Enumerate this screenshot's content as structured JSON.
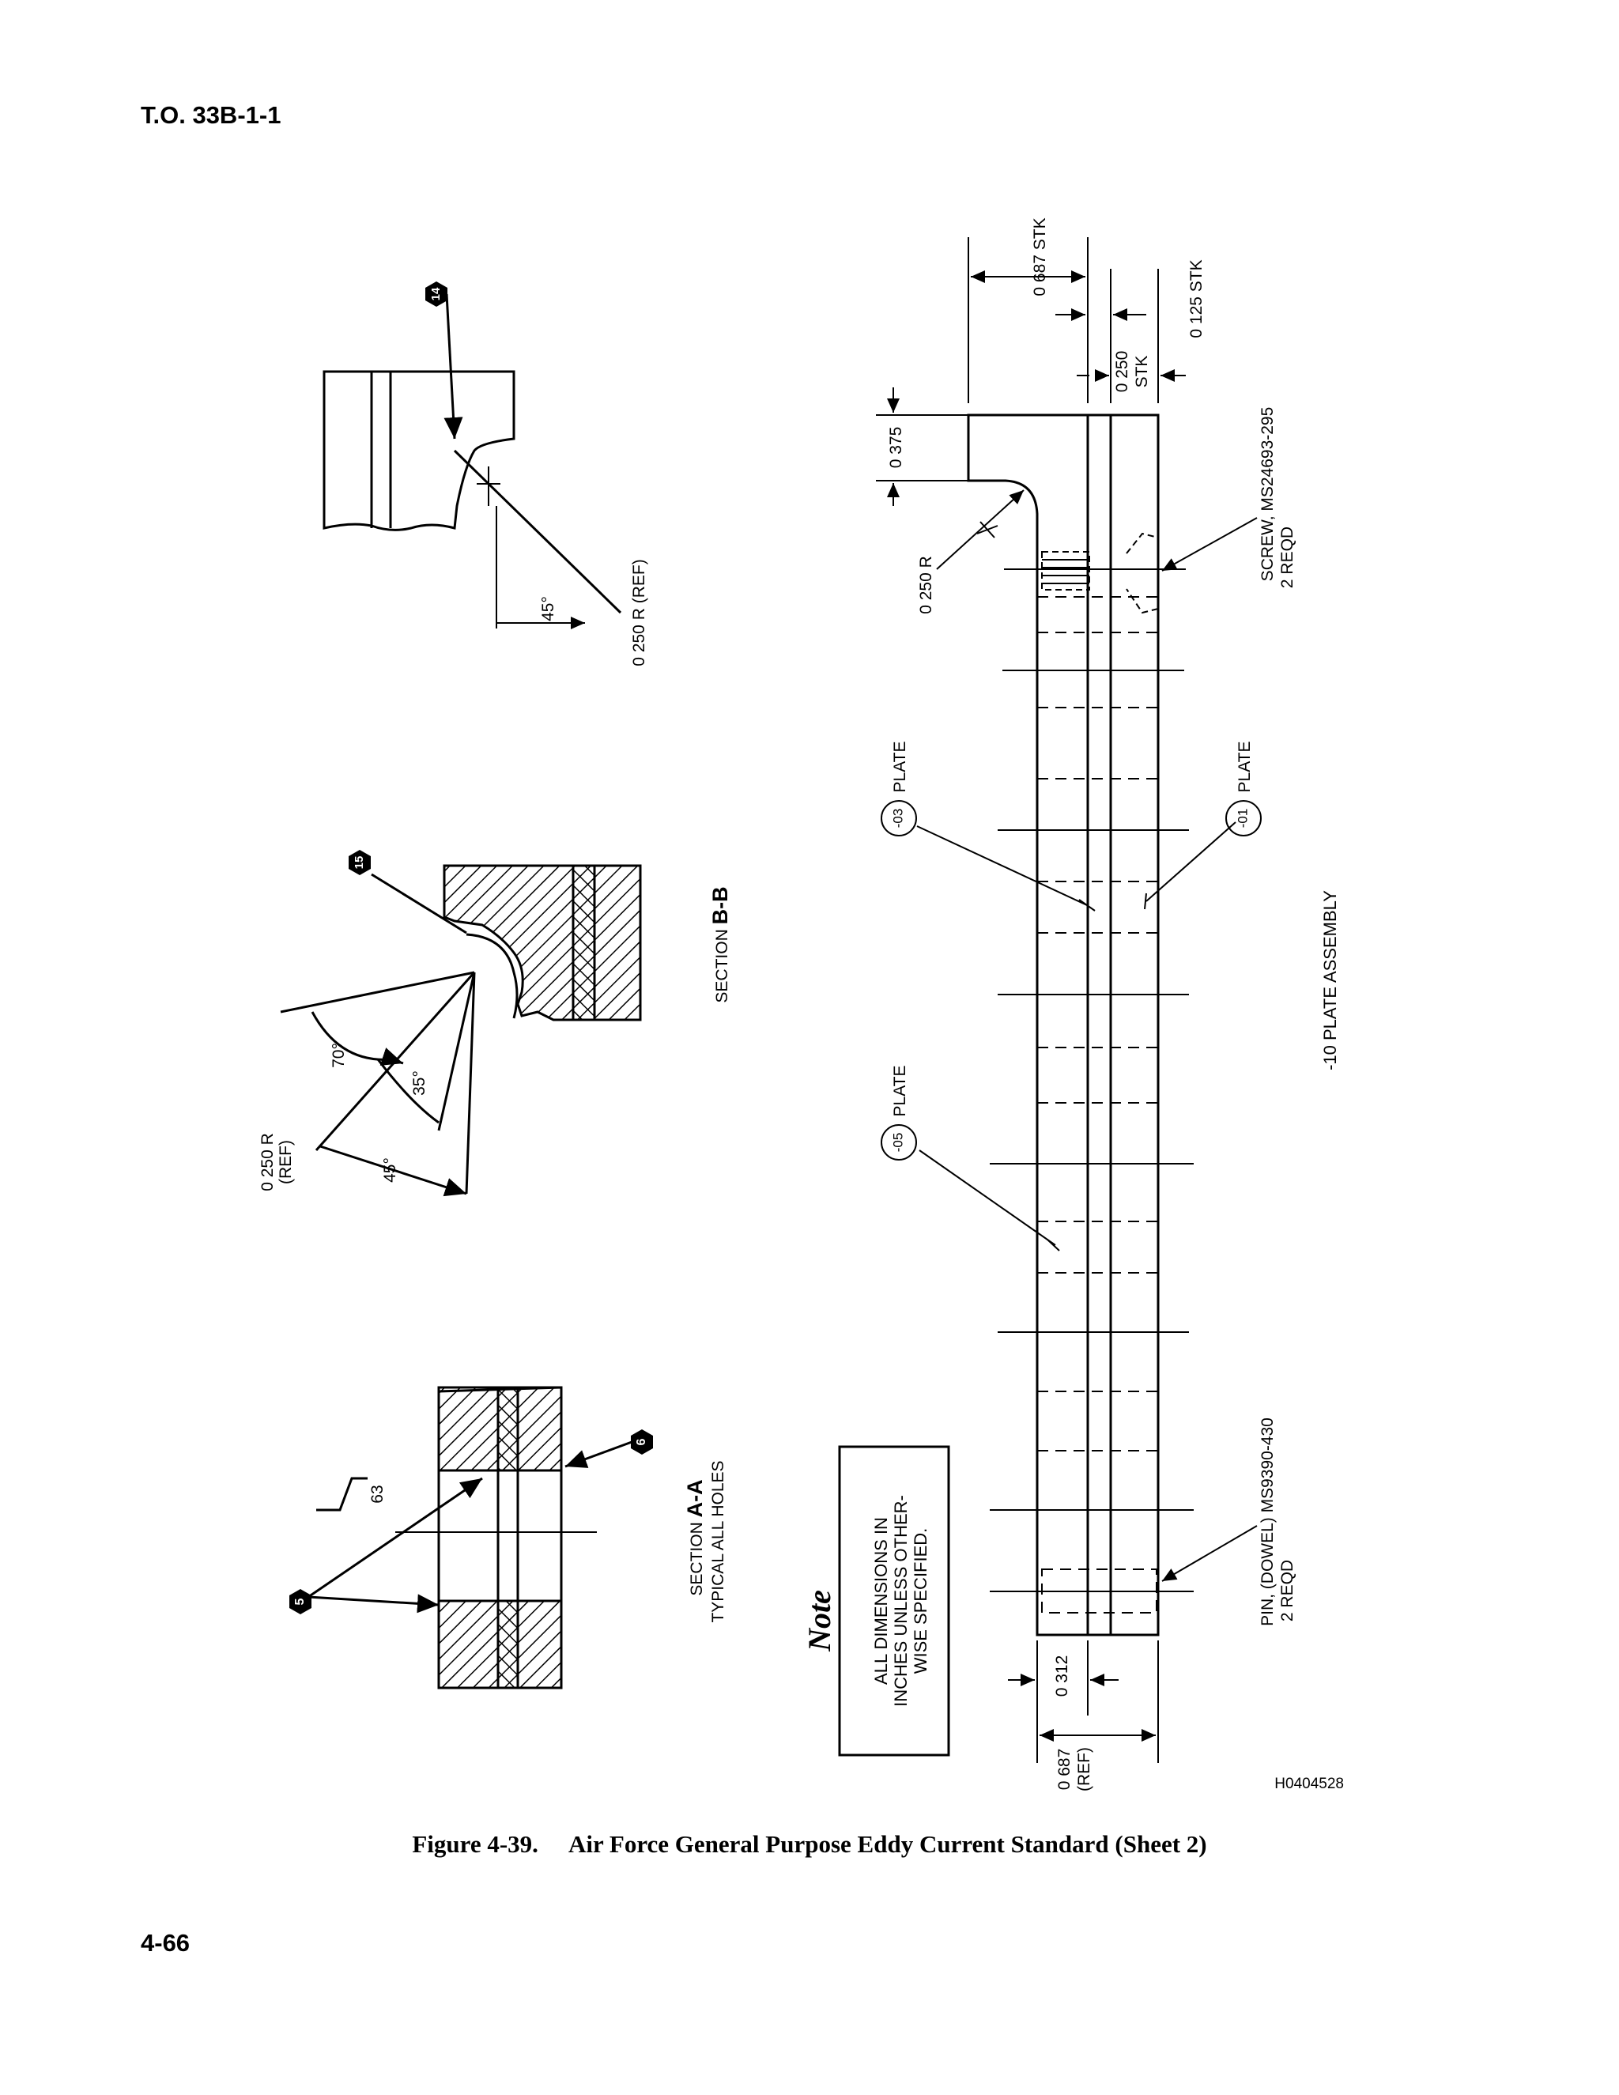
{
  "header": {
    "doc_number": "T.O. 33B-1-1"
  },
  "footer": {
    "page_number": "4-66"
  },
  "caption": {
    "figure_number": "Figure 4-39.",
    "title": "Air Force General Purpose Eddy Current Standard (Sheet 2)"
  },
  "drawing": {
    "callouts": {
      "c14": "14",
      "c15": "15",
      "c5": "5",
      "c6": "6"
    },
    "detail_14": {
      "radius": "0 250 R (REF)",
      "angle": "45°"
    },
    "section_bb": {
      "radius_line1": "0 250 R",
      "radius_line2": "(REF)",
      "angle_70": "70°",
      "angle_35": "35°",
      "angle_45": "45°",
      "title_prefix": "SECTION",
      "title_letters": "B-B"
    },
    "section_aa": {
      "finish": "63",
      "title_prefix": "SECTION",
      "title_letters": "A-A",
      "subtitle": "TYPICAL ALL HOLES"
    },
    "note": {
      "heading": "Note",
      "line1": "ALL DIMENSIONS IN",
      "line2": "INCHES UNLESS OTHER-",
      "line3": "WISE SPECIFIED."
    },
    "assembly": {
      "dim_687_stk": "0 687 STK",
      "dim_125_stk": "0 125 STK",
      "dim_250_stk_1": "0 250",
      "dim_250_stk_2": "STK",
      "dim_375": "0 375",
      "dim_250r": "0 250 R",
      "screw_1": "SCREW, MS24693-295",
      "screw_2": "2 REQD",
      "plate_03_id": "-03",
      "plate_03_label": "PLATE",
      "plate_01_id": "-01",
      "plate_01_label": "PLATE",
      "plate_05_id": "-05",
      "plate_05_label": "PLATE",
      "assembly_title": "-10 PLATE ASSEMBLY",
      "pin_1": "PIN, (DOWEL) MS9390-430",
      "pin_2": "2 REQD",
      "dim_312": "0 312",
      "dim_687_ref_1": "0 687",
      "dim_687_ref_2": "(REF)"
    },
    "figure_id": "H0404528"
  }
}
